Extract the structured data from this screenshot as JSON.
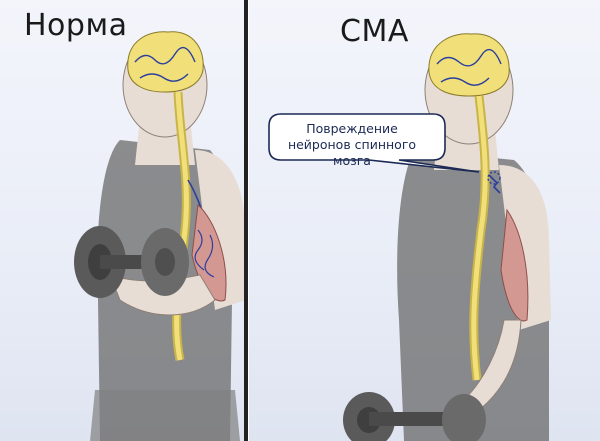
{
  "panels": {
    "left": {
      "title": "Норма"
    },
    "right": {
      "title": "СМА",
      "callout": {
        "line1": "Повреждение",
        "line2": "нейронов спинного мозга"
      }
    }
  },
  "colors": {
    "skin": "#e7ddd5",
    "tank": "#6a6a6a",
    "brain": "#f1df7a",
    "nerve_blue": "#2a3f9e",
    "muscle": "#d49892",
    "dumbbell": "#5a5a5a",
    "callout_fill": "#ffffff",
    "callout_border": "#1c2a55"
  }
}
